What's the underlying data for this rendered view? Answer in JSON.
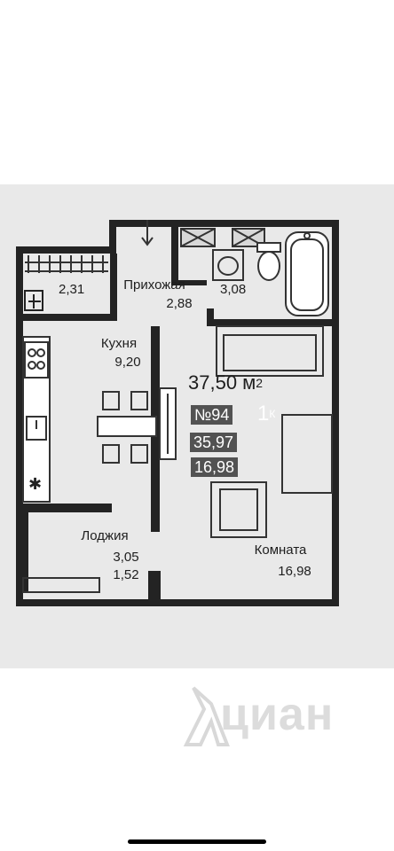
{
  "plan": {
    "total_area": "37,50 м",
    "total_area_sup": "2",
    "apartment_number": "№94",
    "rooms_count": "1",
    "rooms_count_sup": "К",
    "living_area_total": "35,97",
    "living_area_room": "16,98"
  },
  "rooms": {
    "closet": {
      "area": "2,31"
    },
    "hallway": {
      "name": "Прихожая",
      "area": "2,88"
    },
    "bathroom": {
      "area": "3,08"
    },
    "kitchen": {
      "name": "Кухня",
      "area": "9,20"
    },
    "loggia": {
      "name": "Лоджия",
      "area": "3,05",
      "area_reduced": "1,52"
    },
    "living_room": {
      "name": "Комната",
      "area": "16,98"
    }
  },
  "watermark": {
    "text": "циан"
  },
  "colors": {
    "wall": "#222222",
    "paper": "#e9e9e9",
    "badge": "#525252",
    "watermark": "#dcdcdc"
  }
}
